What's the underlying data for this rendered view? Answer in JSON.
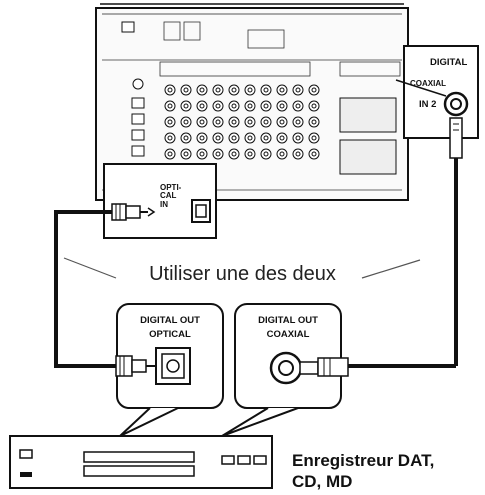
{
  "receiver_panel": {
    "digital_label": "DIGITAL",
    "coaxial_label": "COAXIAL",
    "in2_label": "IN 2",
    "optical_in_label": "OPTI-\nCAL\nIN"
  },
  "caption": "Utiliser une des deux",
  "source_panels": {
    "optical_title": "DIGITAL OUT",
    "optical_sub": "OPTICAL",
    "coaxial_title": "DIGITAL OUT",
    "coaxial_sub": "COAXIAL"
  },
  "device": {
    "name": "Enregistreur DAT,\nCD, MD"
  },
  "colors": {
    "line": "#111111",
    "panel_gray": "#d9d9d9",
    "cable_gray": "#9a9a9a"
  }
}
